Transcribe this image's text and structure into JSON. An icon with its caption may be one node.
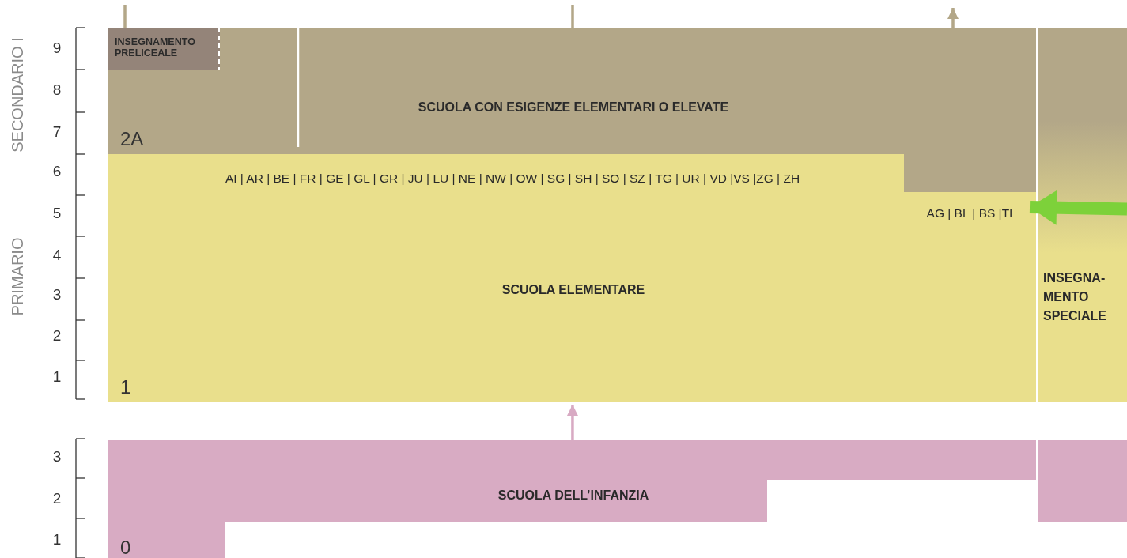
{
  "diagram": {
    "nodes": [
      {
        "text": [
          "SCUOLA CON ESIGENZE ELEMENTARI O ELEVATE"
        ]
      },
      {
        "text": [
          "INSEGNAMENTO PRELICEALE"
        ],
        "in": 0
      },
      {
        "text": [
          "AI | AR | BE | FR | GE | GL | GR | JU | LU | NE | NW | OW | SG | SH | SO | SZ | TG | UR | VD |VS |ZG | ZH",
          "SCUOLA ELEMENTARE",
          "AG | BL | BS  |TI"
        ]
      },
      {
        "text": [
          "INSEGNA- MENTO SPECIALE"
        ]
      },
      {
        "text": [
          "SCUOLA DELL’INFANZIA"
        ]
      }
    ],
    "edges": [
      {
        "from": 1,
        "to": null,
        "arrow": "none"
      },
      {
        "from": 0,
        "to": null,
        "arrow": "none"
      },
      {
        "from": 0,
        "to": null,
        "arrow": "to"
      },
      {
        "from": 4,
        "to": 2,
        "arrow": "to",
        "color": "#d8aac3"
      },
      {
        "from": 3,
        "to": 2,
        "arrow": "to",
        "style": "thick",
        "color": "#7dd13a"
      }
    ],
    "labels": [
      "SECONDARIO I",
      "PRIMARIO",
      "9",
      "8",
      "7",
      "6",
      "5",
      "4",
      "3",
      "2",
      "1",
      "3",
      "2",
      "1",
      "2A",
      "1",
      "0"
    ]
  }
}
